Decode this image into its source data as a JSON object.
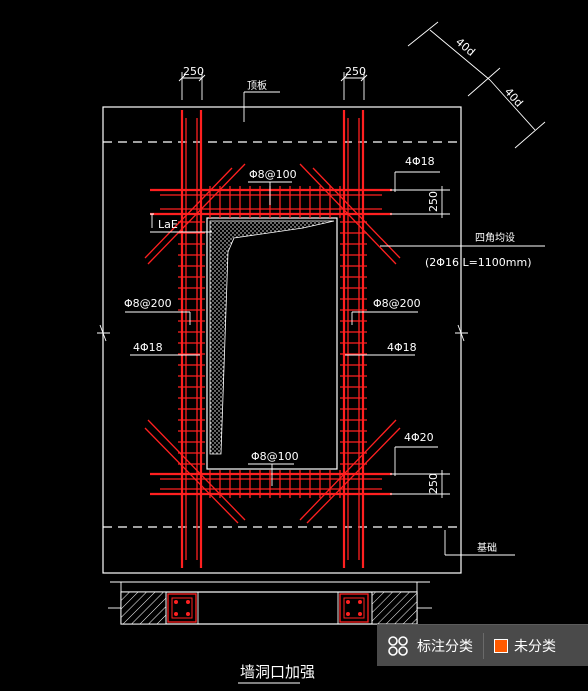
{
  "drawing": {
    "title": "墙洞口加强",
    "dims": {
      "left_bar_width": "250",
      "right_bar_width": "250",
      "top_band_height": "250",
      "bottom_band_height": "250",
      "anchor_a": "40d",
      "anchor_b": "40d"
    },
    "labels": {
      "top_plate": "顶板",
      "stirrup_top": "Φ8@100",
      "stirrup_bottom": "Φ8@100",
      "stirrup_left": "Φ8@200",
      "stirrup_right": "Φ8@200",
      "bars_left": "4Φ18",
      "bars_right": "4Φ18",
      "bars_top": "4Φ18",
      "bars_bottom": "4Φ20",
      "anchorage": "LaE",
      "corner_bars": "四角均设",
      "corner_bars_spec": "(2Φ16 L=1100mm)",
      "foundation": "基础"
    }
  },
  "legend": {
    "button_label": "标注分类",
    "tag_label": "未分类",
    "tag_color": "#ff5a00"
  },
  "colors": {
    "background": "#000000",
    "rebar": "#ff2020",
    "outline": "#ffffff"
  }
}
